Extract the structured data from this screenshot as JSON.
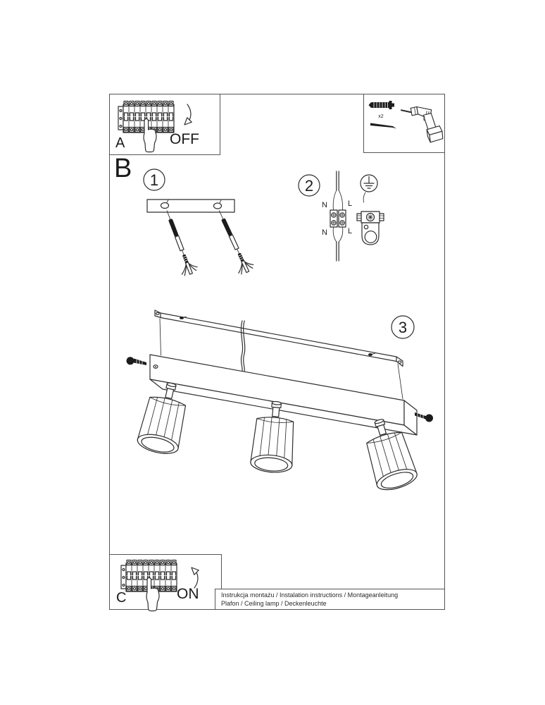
{
  "panel_a": {
    "label": "A",
    "state": "OFF"
  },
  "tools": {
    "quantity": "x2"
  },
  "section_b": {
    "label": "B"
  },
  "step1": {
    "number": "1"
  },
  "step2": {
    "number": "2",
    "wiring": {
      "top_n": "N",
      "top_l": "L",
      "bottom_n": "N",
      "bottom_l": "L"
    }
  },
  "step3": {
    "number": "3"
  },
  "panel_c": {
    "label": "C",
    "state": "ON"
  },
  "footer": {
    "line1": "Instrukcja montażu / Instalation instructions / Montageanleitung",
    "line2": "Plafon / Ceiling lamp / Deckenleuchte"
  },
  "icons": {
    "panel_a": [
      "circuit-breaker-icon",
      "pointing-hand-icon",
      "curved-arrow-down-icon"
    ],
    "tools": [
      "wall-plug-icon",
      "screw-icon",
      "drill-icon"
    ],
    "step1": [
      "mounting-bracket",
      "expansion-anchor-screw-icon"
    ],
    "step2": [
      "terminal-block-icon",
      "earth-symbol-icon",
      "cable-clamp-icon"
    ],
    "step3": [
      "mounting-strip",
      "power-cable",
      "lamp-base",
      "spotlight-head",
      "fixing-screw-icon"
    ],
    "panel_c": [
      "circuit-breaker-icon",
      "pointing-hand-icon",
      "curved-arrow-up-icon"
    ]
  },
  "colors": {
    "line": "#2e2e2e",
    "fill_dark": "#1c1c1c",
    "paper": "#ffffff"
  }
}
